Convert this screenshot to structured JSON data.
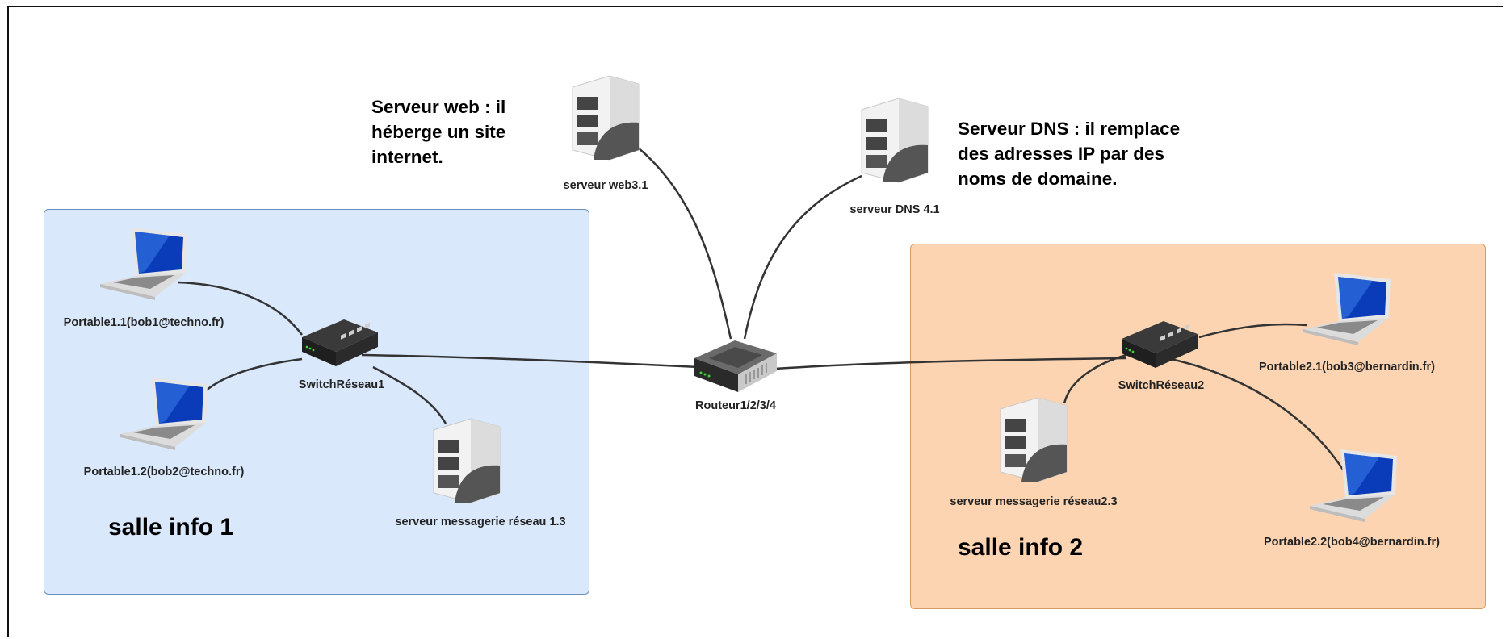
{
  "zones": [
    {
      "title": "salle info 1",
      "color": "#dae8fc"
    },
    {
      "title": "salle info 2",
      "color": "#fdd4b1"
    }
  ],
  "notes": {
    "web": [
      "Serveur web : il",
      "héberge un site",
      "internet."
    ],
    "dns": [
      "Serveur DNS : il remplace",
      "des adresses IP par des",
      "noms de domaine."
    ]
  },
  "devices": {
    "web_server": {
      "label": "serveur web3.1",
      "icon": "server-icon"
    },
    "dns_server": {
      "label": "serveur DNS 4.1",
      "icon": "server-icon"
    },
    "laptop_1_1": {
      "label": "Portable1.1(bob1@techno.fr)",
      "icon": "laptop-icon"
    },
    "laptop_1_2": {
      "label": "Portable1.2(bob2@techno.fr)",
      "icon": "laptop-icon"
    },
    "switch_1": {
      "label": "SwitchRéseau1",
      "icon": "switch-icon"
    },
    "mail_server_1": {
      "label": "serveur messagerie réseau 1.3",
      "icon": "server-icon"
    },
    "router": {
      "label": "Routeur1/2/3/4",
      "icon": "router-icon"
    },
    "switch_2": {
      "label": "SwitchRéseau2",
      "icon": "switch-icon"
    },
    "laptop_2_1": {
      "label": "Portable2.1(bob3@bernardin.fr)",
      "icon": "laptop-icon"
    },
    "laptop_2_2": {
      "label": "Portable2.2(bob4@bernardin.fr)",
      "icon": "laptop-icon"
    },
    "mail_server_2": {
      "label": "serveur messagerie réseau2.3",
      "icon": "server-icon"
    }
  },
  "links": [
    [
      "router",
      "web_server"
    ],
    [
      "router",
      "dns_server"
    ],
    [
      "router",
      "switch_1"
    ],
    [
      "router",
      "switch_2"
    ],
    [
      "switch_1",
      "laptop_1_1"
    ],
    [
      "switch_1",
      "laptop_1_2"
    ],
    [
      "switch_1",
      "mail_server_1"
    ],
    [
      "switch_2",
      "laptop_2_1"
    ],
    [
      "switch_2",
      "laptop_2_2"
    ],
    [
      "switch_2",
      "mail_server_2"
    ]
  ]
}
